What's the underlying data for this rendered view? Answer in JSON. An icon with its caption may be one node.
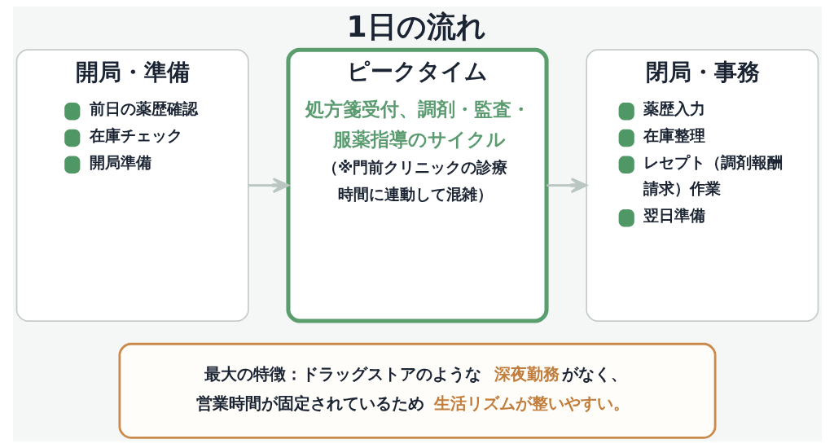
{
  "diagram": {
    "title": "1日の流れ",
    "nodes": [
      {
        "text": [
          "開局・準備",
          "前日の薬歴確認",
          "在庫チェック",
          "開局準備"
        ]
      },
      {
        "text": [
          "ピークタイム",
          "処方箋受付、調剤・監査・服薬指導のサイクル",
          "（※門前クリニックの診療時間に連動して混雑）"
        ]
      },
      {
        "text": [
          "閉局・事務",
          "薬歴入力",
          "在庫整理",
          "レセプト（調剤報酬請求）作業",
          "翌日準備"
        ]
      },
      {
        "text": [
          "最大の特徴：ドラッグストアのような**深夜勤務**がなく、営業時間が固定されているため**生活リズムが整いやすい。**"
        ]
      }
    ],
    "edges": [
      {
        "from": 0,
        "to": 1,
        "arrow": "to"
      },
      {
        "from": 1,
        "to": 2,
        "arrow": "to"
      }
    ]
  }
}
